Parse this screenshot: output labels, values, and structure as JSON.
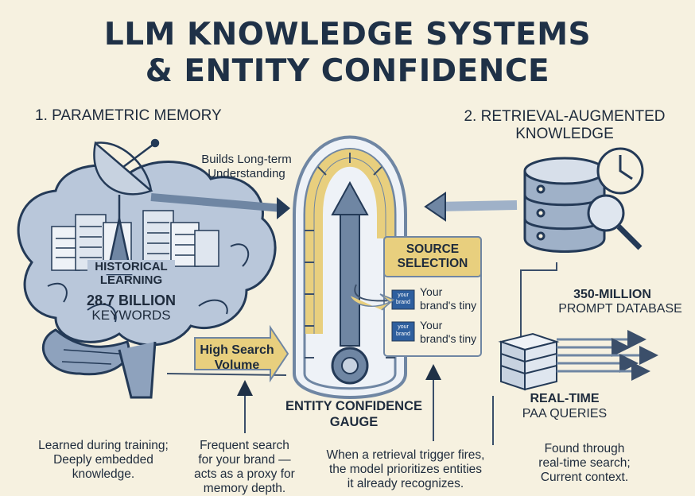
{
  "title_line1": "LLM KNOWLEDGE SYSTEMS",
  "title_line2": "& ENTITY CONFIDENCE",
  "left_section": {
    "heading": "1. PARAMETRIC MEMORY",
    "books_label_line1": "HISTORICAL",
    "books_label_line2": "LEARNING",
    "stat_value": "28.7 BILLION",
    "stat_unit": "KEYWORDS",
    "caption_line1": "Learned during training;",
    "caption_line2": "Deeply embedded",
    "caption_line3": "knowledge."
  },
  "right_section": {
    "heading_line1": "2. RETRIEVAL-AUGMENTED",
    "heading_line2": "KNOWLEDGE",
    "db_value": "350-MILLION",
    "db_label": "PROMPT DATABASE",
    "paa_value": "REAL-TIME",
    "paa_label": "PAA QUERIES",
    "caption_line1": "Found through",
    "caption_line2": "real-time search;",
    "caption_line3": "Current context."
  },
  "flows": {
    "long_term_line1": "Builds Long-term",
    "long_term_line2": "Understanding",
    "search_volume_line1": "High Search",
    "search_volume_line2": "Volume"
  },
  "source_selection": {
    "header_line1": "SOURCE",
    "header_line2": "SELECTION",
    "items": [
      {
        "badge_line1": "your",
        "badge_line2": "brand",
        "text_line1": "Your",
        "text_line2": "brand's tiny"
      },
      {
        "badge_line1": "your",
        "badge_line2": "brand",
        "text_line1": "Your",
        "text_line2": "brand's tiny"
      }
    ]
  },
  "gauge": {
    "label_line1": "ENTITY CONFIDENCE",
    "label_line2": "GAUGE"
  },
  "captions": {
    "search_line1": "Frequent search",
    "search_line2": "for your brand —",
    "search_line3": "acts as a proxy for",
    "search_line4": "memory depth.",
    "retrieval_line1": "When a retrieval trigger fires,",
    "retrieval_line2": "the model prioritizes entities",
    "retrieval_line3": "it already recognizes."
  },
  "colors": {
    "navy": "#1f3147",
    "steel": "#6f86a3",
    "light_steel": "#c7d2e0",
    "gold": "#e8cf7e",
    "cream": "#f6f1e0"
  },
  "icons": [
    "satellite-dish-icon",
    "brain-icon",
    "database-icon",
    "clock-icon",
    "magnifier-icon",
    "document-stack-icon"
  ]
}
